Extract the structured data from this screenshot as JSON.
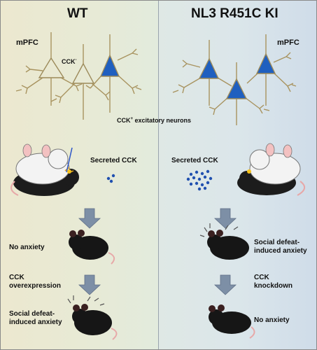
{
  "left": {
    "title": "WT",
    "region": "mPFC",
    "cck_minus": "CCK",
    "cck_minus_sup": "-",
    "secreted": "Secreted CCK",
    "outcome1": "No anxiety",
    "manipulation": "CCK\noverexpression",
    "outcome2": "Social defeat-\ninduced anxiety"
  },
  "right": {
    "title": "NL3 R451C KI",
    "region": "mPFC",
    "secreted": "Secreted CCK",
    "outcome1": "Social defeat-\ninduced anxiety",
    "manipulation": "CCK\nknockdown",
    "outcome2": "No anxiety"
  },
  "center": {
    "cck_plus": "CCK",
    "cck_plus_sup": "+",
    "cck_plus_rest": " excitatory neurons"
  },
  "colors": {
    "neuron_body": "#1f5fbf",
    "neuron_outline": "#9c8a5a",
    "dendrite": "#a8935f",
    "arrow": "#7d8fa6",
    "dots": "#2050b0"
  }
}
